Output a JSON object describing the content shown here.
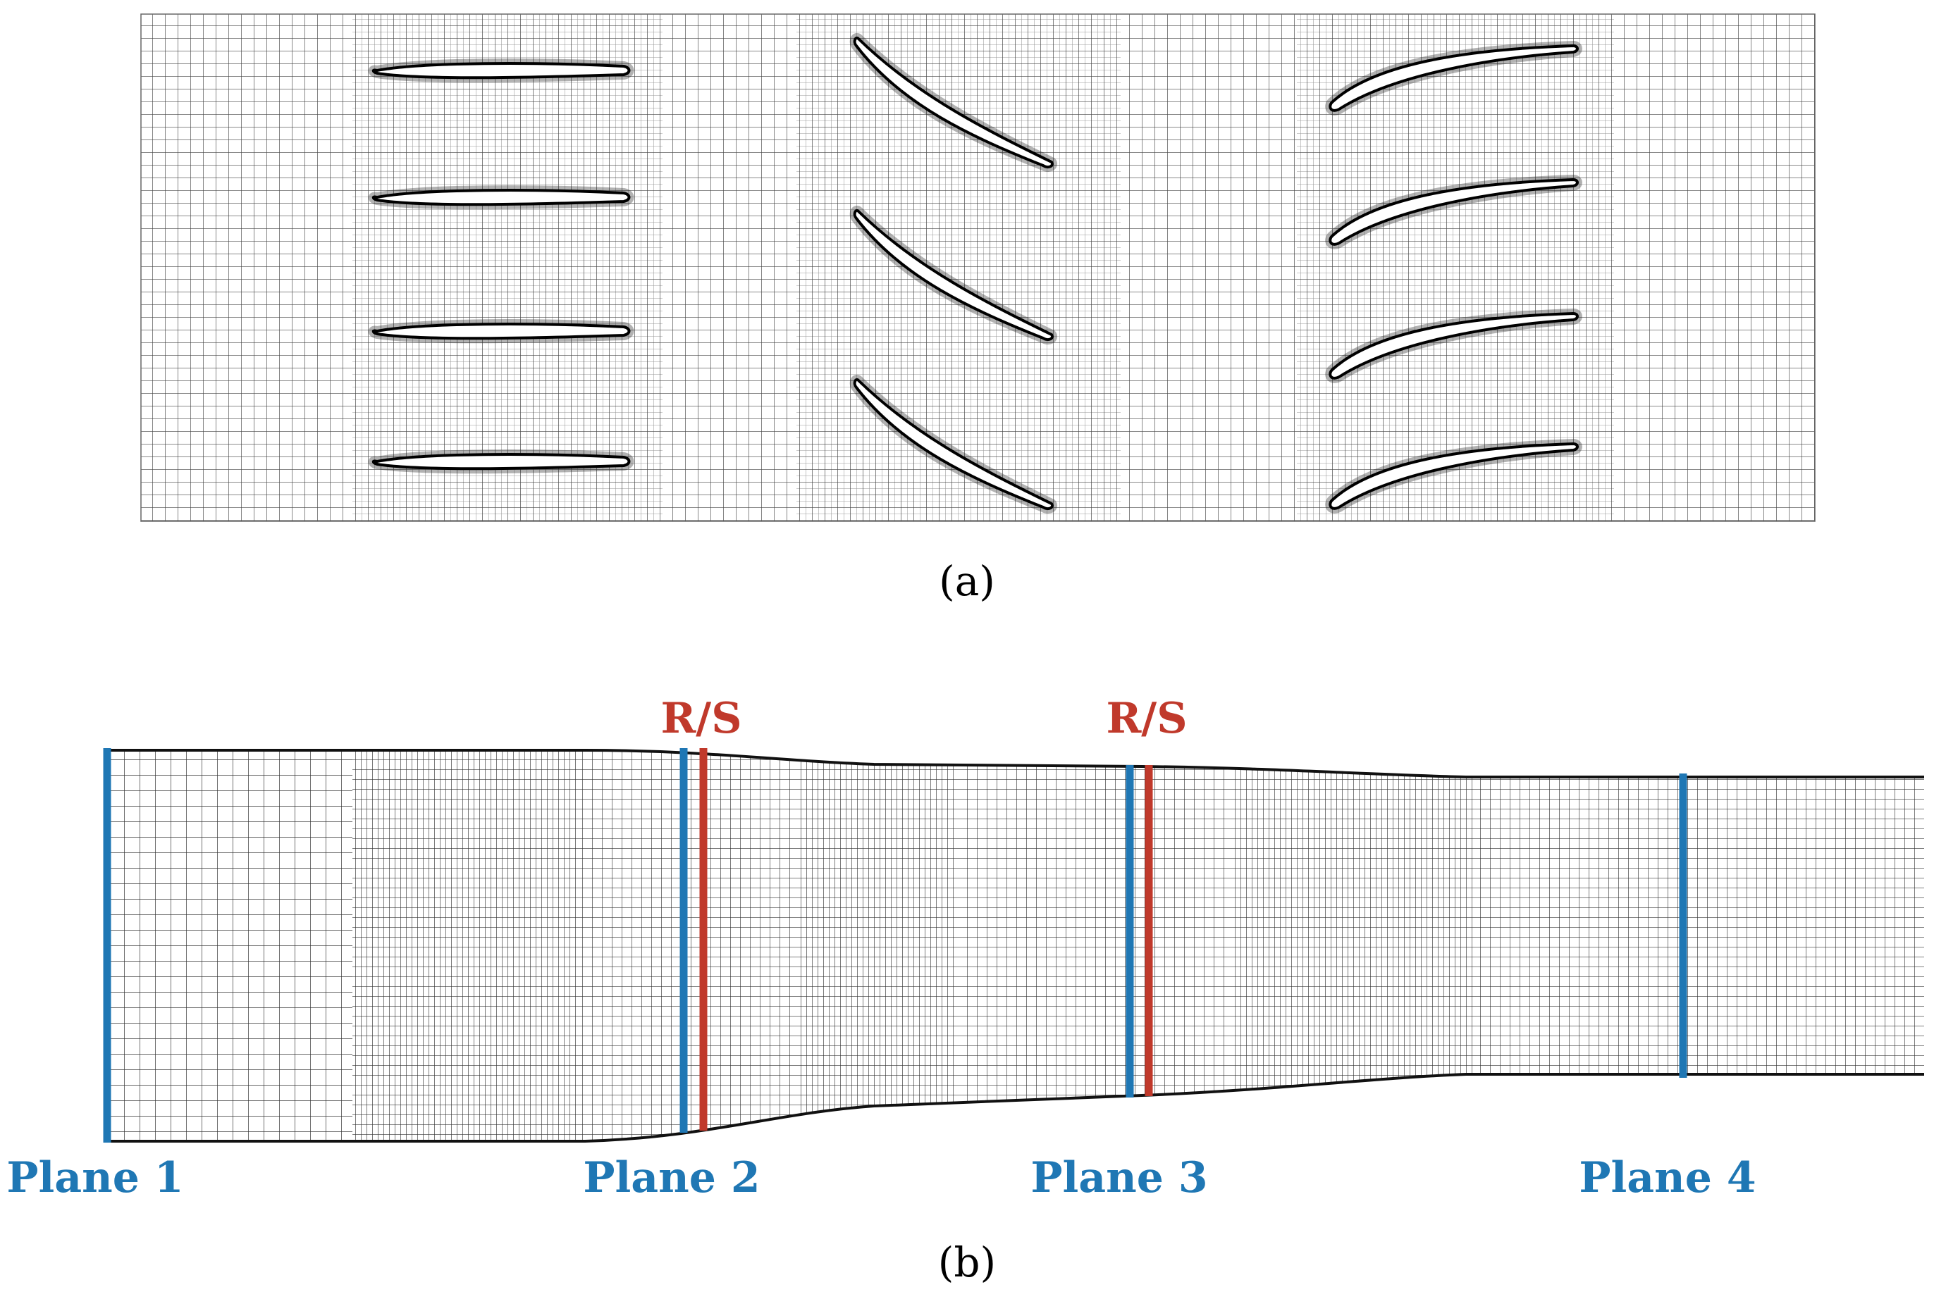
{
  "panel_a": {
    "caption": "(a)",
    "rows": [
      {
        "blade_count": 4
      },
      {
        "blade_count": 3
      },
      {
        "blade_count": 4
      }
    ]
  },
  "panel_b": {
    "caption": "(b)",
    "planes": [
      {
        "label": "Plane 1"
      },
      {
        "label": "Plane 2"
      },
      {
        "label": "Plane 3"
      },
      {
        "label": "Plane 4"
      }
    ],
    "interfaces": [
      {
        "label": "R/S"
      },
      {
        "label": "R/S"
      }
    ]
  },
  "colors": {
    "plane": "#1f77b4",
    "interface": "#c0392b",
    "mesh": "#333333",
    "blade_fill": "#ffffff"
  }
}
